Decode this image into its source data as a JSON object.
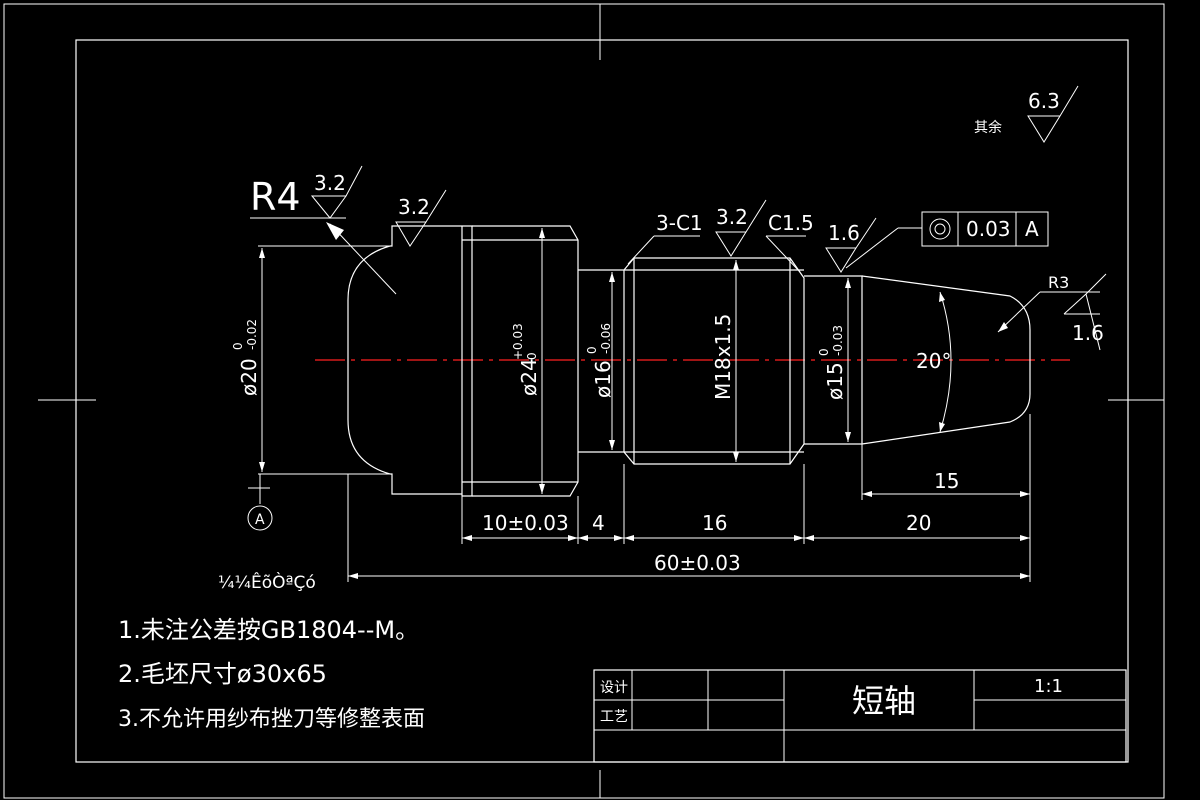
{
  "part_name": "短轴",
  "scale": "1:1",
  "title_block": {
    "design_label": "设计",
    "process_label": "工艺"
  },
  "roughness": {
    "other_label": "其余",
    "other_value": "6.3",
    "r4_face": "3.2",
    "head": "3.2",
    "thread": "3.2",
    "shoulder": "1.6",
    "tip": "1.6"
  },
  "callouts": {
    "fillet_r4": "R4",
    "fillet_r3": "R3",
    "chamfer_3c1": "3-C1",
    "chamfer_c15": "C1.5",
    "angle": "20°"
  },
  "tolerance_frame": {
    "symbol": "◎",
    "value": "0.03",
    "datum": "A"
  },
  "datum_label": "A",
  "diameters": {
    "d20": "ø20",
    "d20_upper": "0",
    "d20_lower": "-0.02",
    "d24": "ø24",
    "d24_upper": "+0.03",
    "d24_lower": "0",
    "d16": "ø16",
    "d16_upper": "0",
    "d16_lower": "-0.06",
    "thread": "M18x1.5",
    "d15": "ø15",
    "d15_upper": "0",
    "d15_lower": "-0.03"
  },
  "lengths": {
    "seg1": "10±0.03",
    "seg2": "4",
    "seg3": "16",
    "seg4": "20",
    "taper": "15",
    "total": "60±0.03"
  },
  "notes": {
    "heading": "¼¼ÊõÒªÇó",
    "items": [
      "1.未注公差按GB1804--M。",
      "2.毛坯尺寸ø30x65",
      "3.不允许用纱布挫刀等修整表面"
    ]
  }
}
